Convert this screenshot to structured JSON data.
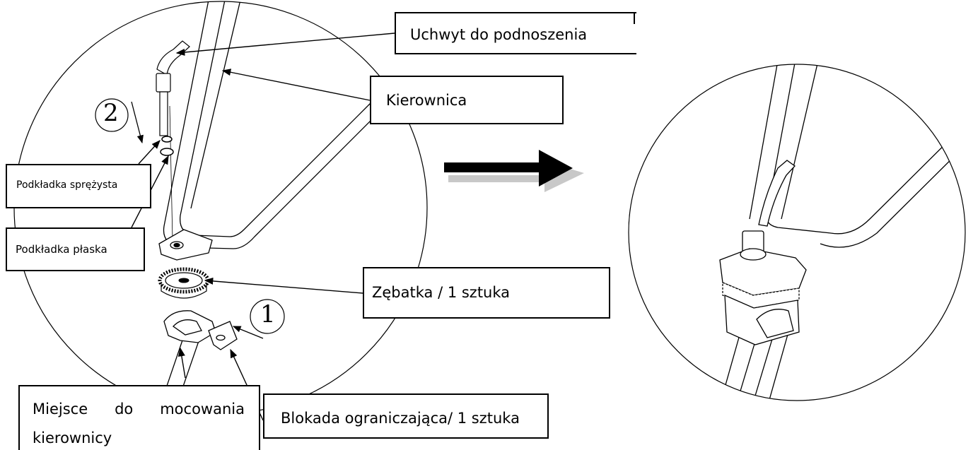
{
  "labels": {
    "lifting_handle": "Uchwyt do podnoszenia",
    "handlebar": "Kierownica",
    "spring_washer": "Podkładka sprężysta",
    "flat_washer": "Podkładka płaska",
    "gear": "Zębatka / 1 sztuka",
    "mount_line1": "Miejsce do mocowania",
    "mount_line2": "kierownicy",
    "lock": "Blokada ograniczająca/ 1 sztuka"
  },
  "steps": {
    "step1": "1",
    "step2": "2"
  },
  "colors": {
    "ink": "#000000",
    "arrow_shadow": "#c8c8c8",
    "background": "#ffffff"
  }
}
